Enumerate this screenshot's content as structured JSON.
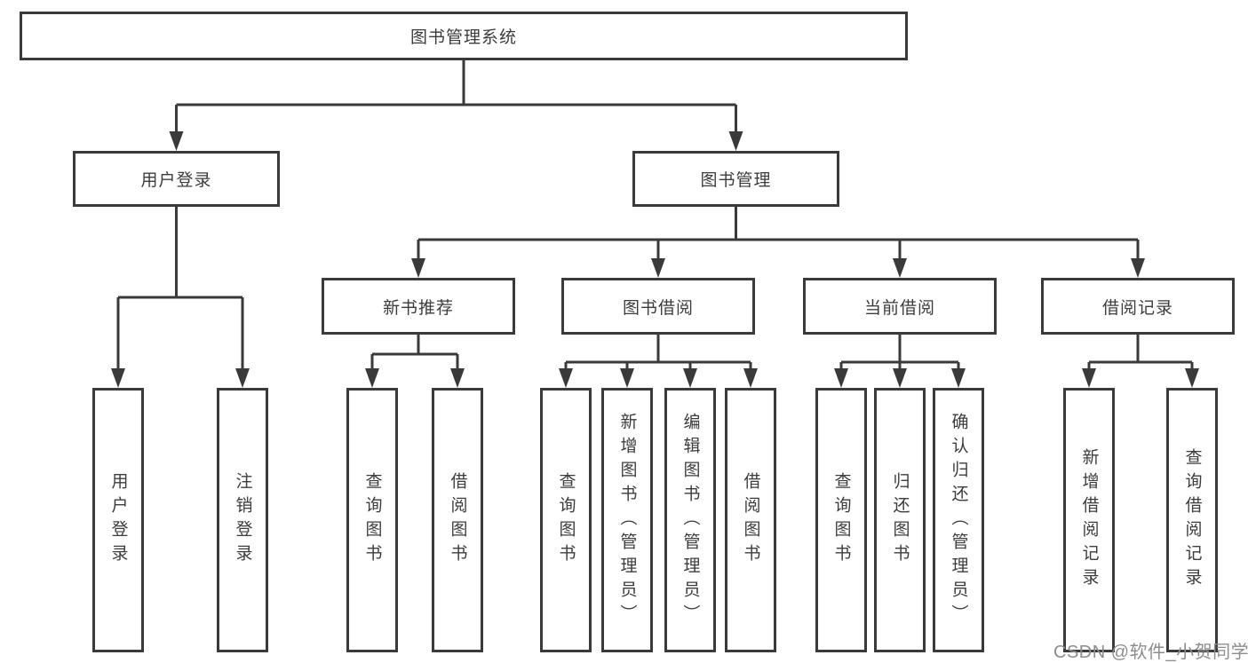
{
  "tree": {
    "root": "图书管理系统",
    "groups": [
      {
        "label": "用户登录",
        "leaves": [
          "用户登录",
          "注销登录"
        ]
      },
      {
        "label": "图书管理",
        "subgroups": [
          {
            "label": "新书推荐",
            "leaves": [
              "查询图书",
              "借阅图书"
            ]
          },
          {
            "label": "图书借阅",
            "leaves": [
              "查询图书",
              "新增图书（管理员）",
              "编辑图书（管理员）",
              "借阅图书"
            ]
          },
          {
            "label": "当前借阅",
            "leaves": [
              "查询图书",
              "归还图书",
              "确认归还（管理员）"
            ]
          },
          {
            "label": "借阅记录",
            "leaves": [
              "新增借阅记录",
              "查询借阅记录"
            ]
          }
        ]
      }
    ]
  },
  "watermark": "CSDN @软件_小贺同学",
  "colors": {
    "line": "#3a3a3a",
    "box_border": "#3a3a3a",
    "box_fill": "#ffffff",
    "text": "#3c3c3c",
    "watermark": "#8d8d8d"
  }
}
